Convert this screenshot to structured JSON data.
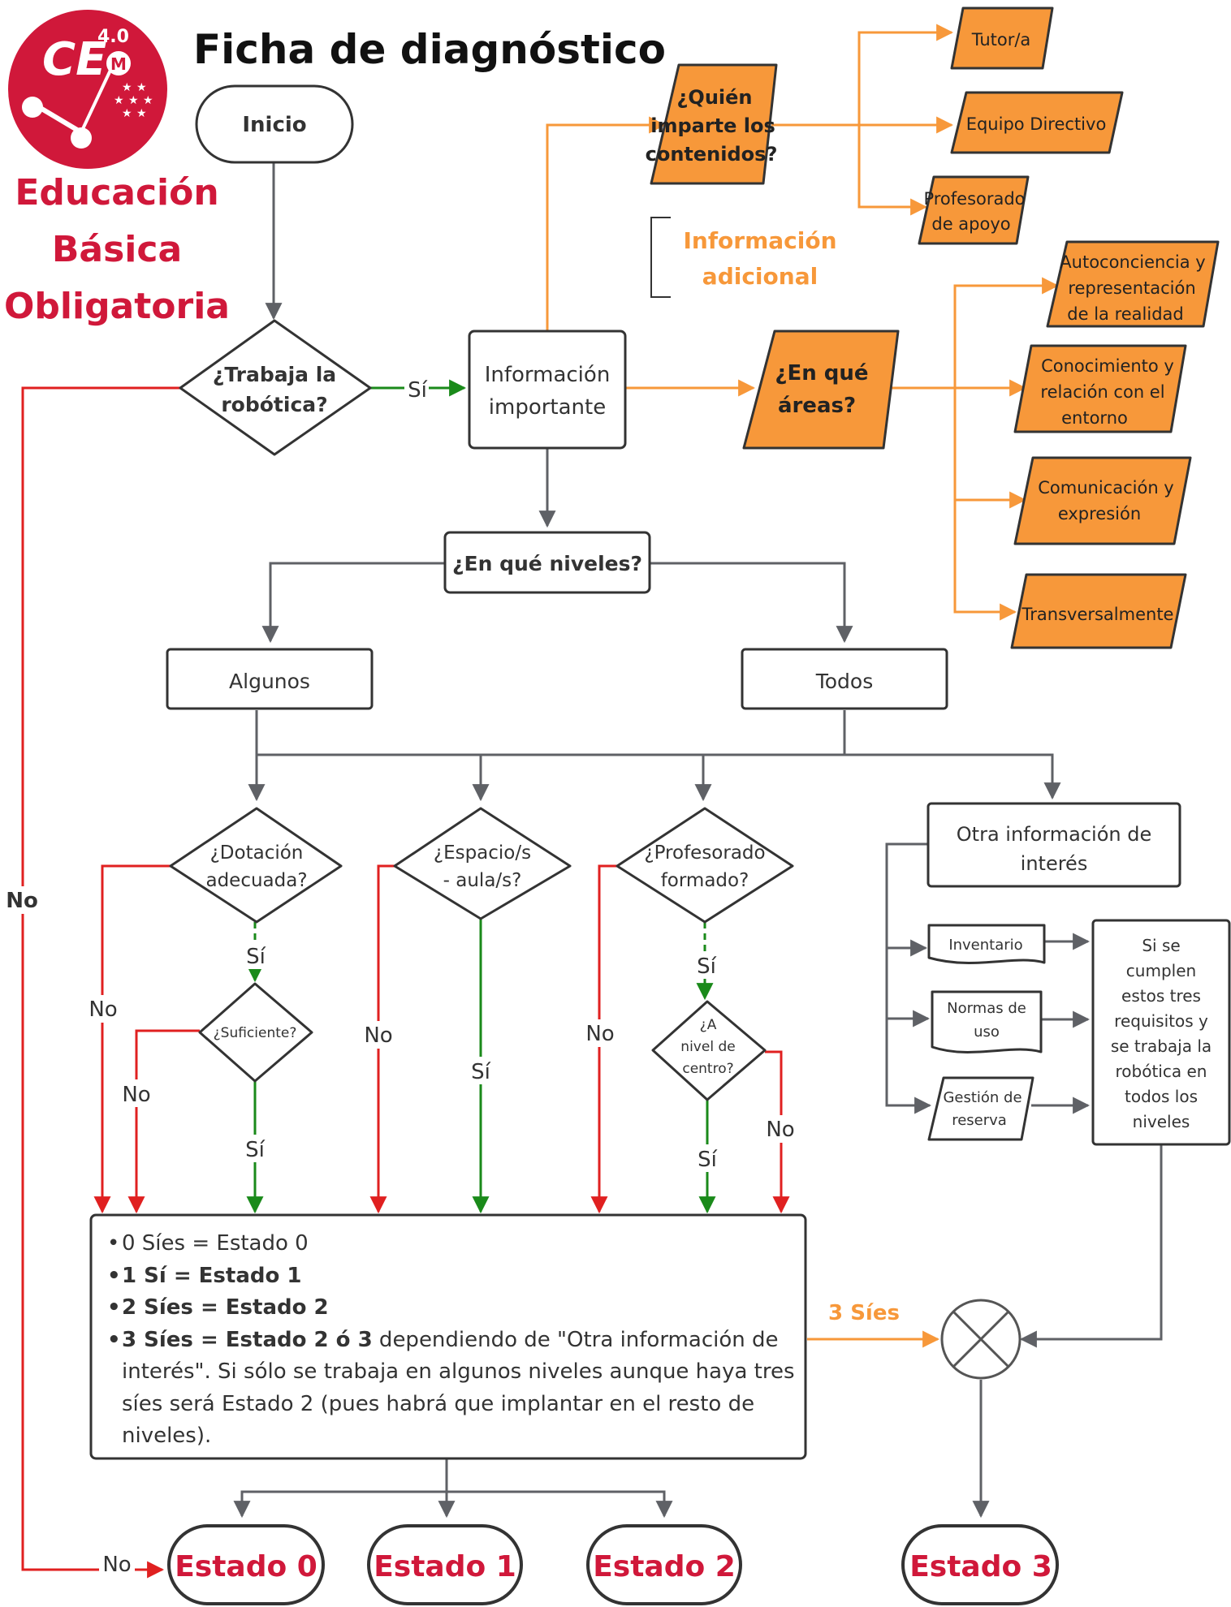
{
  "header": {
    "title": "Ficha de diagnóstico",
    "logo_text": "CE",
    "logo_version": "4.0",
    "logo_letter": "M",
    "subtitle_lines": [
      "Educación",
      "Básica",
      "Obligatoria"
    ]
  },
  "colors": {
    "brand_red": "#d0183a",
    "orange": "#f7983a",
    "orange_fill": "#f7983a",
    "green": "#1a8a1a",
    "red_arrow": "#e02020",
    "gray_arrow": "#5f6166"
  },
  "nodes": {
    "inicio": "Inicio",
    "trabaja_robotica": [
      "¿Trabaja la",
      "robótica?"
    ],
    "informacion_importante": [
      "Información",
      "importante"
    ],
    "quien_imparte": [
      "¿Quién",
      "imparte los",
      "contenidos?"
    ],
    "tutor": "Tutor/a",
    "equipo_directivo": "Equipo Directivo",
    "profesorado_apoyo": [
      "Profesorado",
      "de apoyo"
    ],
    "informacion_adicional": [
      "Información",
      "adicional"
    ],
    "en_que_areas": [
      "¿En qué",
      "áreas?"
    ],
    "area_autoconciencia": [
      "Autoconciencia y",
      "representación",
      "de la realidad"
    ],
    "area_conocimiento": [
      "Conocimiento y",
      "relación con el",
      "entorno"
    ],
    "area_comunicacion": [
      "Comunicación y",
      "expresión"
    ],
    "area_transversal": "Transversalmente",
    "niveles": "¿En qué niveles?",
    "algunos": "Algunos",
    "todos": "Todos",
    "dotacion": [
      "¿Dotación",
      "adecuada?"
    ],
    "espacio": [
      "¿Espacio/s",
      "- aula/s?"
    ],
    "profesorado_formado": [
      "¿Profesorado",
      "formado?"
    ],
    "suficiente": "¿Suficiente?",
    "nivel_centro": [
      "¿A",
      "nivel de",
      "centro?"
    ],
    "otra_info": [
      "Otra información de",
      "interés"
    ],
    "inventario": "Inventario",
    "normas_uso": [
      "Normas de",
      "uso"
    ],
    "gestion_reserva": [
      "Gestión de",
      "reserva"
    ],
    "requisitos": [
      "Si se",
      "cumplen",
      "estos tres",
      "requisitos y",
      "se trabaja la",
      "robótica en",
      "todos los",
      "niveles"
    ],
    "estado0": "Estado 0",
    "estado1": "Estado 1",
    "estado2": "Estado 2",
    "estado3": "Estado 3"
  },
  "edge_labels": {
    "si": "Sí",
    "no": "No",
    "tres_sies": "3 Síes"
  },
  "summary": {
    "line1": "0 Síes = Estado 0",
    "line2": "1 Sí = Estado 1",
    "line3": "2 Síes = Estado 2",
    "line4_bold": "3 Síes = Estado 2 ó 3",
    "line4_rest": " dependiendo de \"Otra información de",
    "line5": "interés\". Si sólo se trabaja en algunos niveles aunque haya tres",
    "line6": "síes será Estado 2 (pues habrá que implantar en el resto de",
    "line7": "niveles)."
  }
}
